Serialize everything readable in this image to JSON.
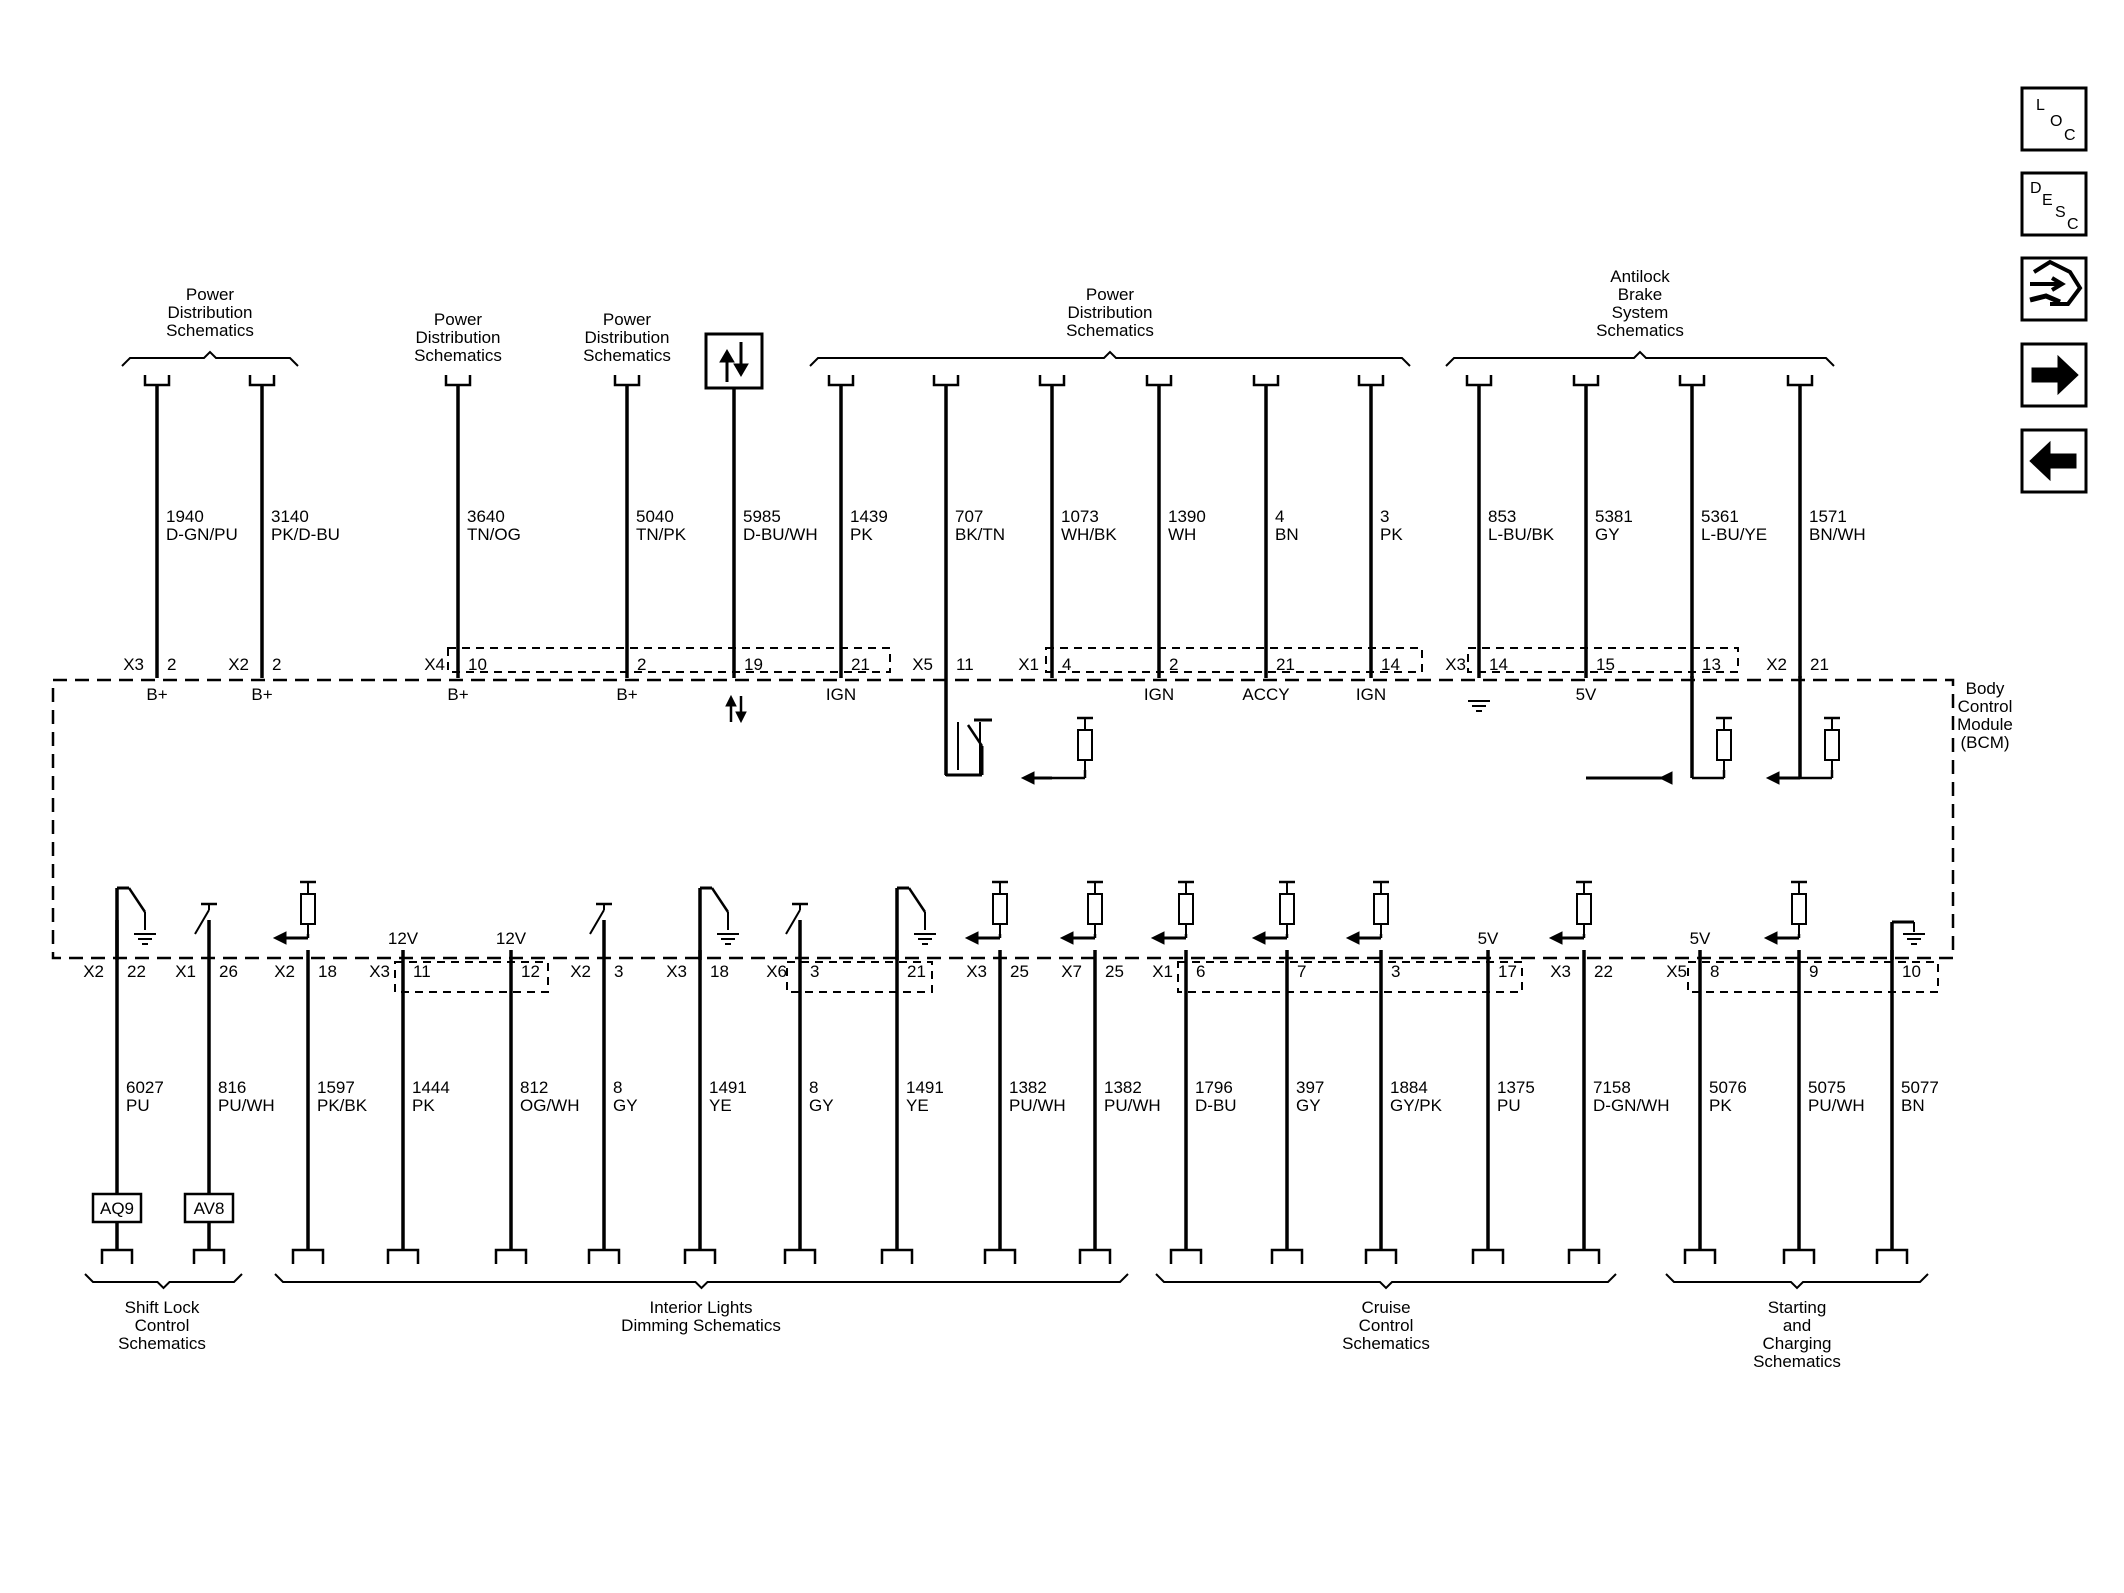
{
  "nav": [
    {
      "name": "loc-button",
      "icon": "loc-icon",
      "letters": [
        "L",
        "O",
        "C"
      ]
    },
    {
      "name": "desc-button",
      "icon": "desc-icon",
      "letters": [
        "D",
        "E",
        "S",
        "C"
      ]
    },
    {
      "name": "connector-views-button",
      "icon": "connector-icon",
      "letters": []
    },
    {
      "name": "next-page-button",
      "icon": "arrow-right-icon",
      "letters": []
    },
    {
      "name": "previous-page-button",
      "icon": "arrow-left-icon",
      "letters": []
    }
  ],
  "module": {
    "lines": [
      "Body",
      "Control",
      "Module",
      "(BCM)"
    ]
  },
  "top_groups": [
    {
      "lines": [
        "Power",
        "Distribution",
        "Schematics"
      ]
    },
    {
      "lines": [
        "Power",
        "Distribution",
        "Schematics"
      ]
    },
    {
      "lines": [
        "Power",
        "Distribution",
        "Schematics"
      ]
    },
    {
      "lines": [
        "Power",
        "Distribution",
        "Schematics"
      ]
    },
    {
      "lines": [
        "Antilock",
        "Brake",
        "System",
        "Schematics"
      ]
    }
  ],
  "top_circuits": [
    {
      "circuit": "1940",
      "color": "D-GN/PU",
      "connector": "X3",
      "pin": "2",
      "label": "B+"
    },
    {
      "circuit": "3140",
      "color": "PK/D-BU",
      "connector": "X2",
      "pin": "2",
      "label": "B+"
    },
    {
      "circuit": "3640",
      "color": "TN/OG",
      "connector": "X4",
      "pin": "10",
      "label": "B+"
    },
    {
      "circuit": "5040",
      "color": "TN/PK",
      "connector": "",
      "pin": "2",
      "label": "B+"
    },
    {
      "circuit": "5985",
      "color": "D-BU/WH",
      "connector": "",
      "pin": "19",
      "label": ""
    },
    {
      "circuit": "1439",
      "color": "PK",
      "connector": "",
      "pin": "21",
      "label": "IGN"
    },
    {
      "circuit": "707",
      "color": "BK/TN",
      "connector": "X5",
      "pin": "11",
      "label": ""
    },
    {
      "circuit": "1073",
      "color": "WH/BK",
      "connector": "X1",
      "pin": "4",
      "label": ""
    },
    {
      "circuit": "1390",
      "color": "WH",
      "connector": "",
      "pin": "2",
      "label": "IGN"
    },
    {
      "circuit": "4",
      "color": "BN",
      "connector": "",
      "pin": "21",
      "label": "ACCY"
    },
    {
      "circuit": "3",
      "color": "PK",
      "connector": "",
      "pin": "14",
      "label": "IGN"
    },
    {
      "circuit": "853",
      "color": "L-BU/BK",
      "connector": "X3",
      "pin": "14",
      "label": ""
    },
    {
      "circuit": "5381",
      "color": "GY",
      "connector": "",
      "pin": "15",
      "label": "5V"
    },
    {
      "circuit": "5361",
      "color": "L-BU/YE",
      "connector": "",
      "pin": "13",
      "label": ""
    },
    {
      "circuit": "1571",
      "color": "BN/WH",
      "connector": "X2",
      "pin": "21",
      "label": ""
    }
  ],
  "bottom_groups": [
    {
      "lines": [
        "Shift Lock",
        "Control",
        "Schematics"
      ]
    },
    {
      "lines": [
        "Interior Lights",
        "Dimming Schematics"
      ]
    },
    {
      "lines": [
        "Cruise",
        "Control",
        "Schematics"
      ]
    },
    {
      "lines": [
        "Starting",
        "and",
        "Charging",
        "Schematics"
      ]
    }
  ],
  "bottom_circuits": [
    {
      "circuit": "6027",
      "color": "PU",
      "connector": "X2",
      "pin": "22",
      "label": "",
      "component": "AQ9"
    },
    {
      "circuit": "816",
      "color": "PU/WH",
      "connector": "X1",
      "pin": "26",
      "label": "",
      "component": "AV8"
    },
    {
      "circuit": "1597",
      "color": "PK/BK",
      "connector": "X2",
      "pin": "18",
      "label": "",
      "component": ""
    },
    {
      "circuit": "1444",
      "color": "PK",
      "connector": "X3",
      "pin": "11",
      "label": "12V",
      "component": ""
    },
    {
      "circuit": "812",
      "color": "OG/WH",
      "connector": "",
      "pin": "12",
      "label": "12V",
      "component": ""
    },
    {
      "circuit": "8",
      "color": "GY",
      "connector": "X2",
      "pin": "3",
      "label": "",
      "component": ""
    },
    {
      "circuit": "1491",
      "color": "YE",
      "connector": "X3",
      "pin": "18",
      "label": "",
      "component": ""
    },
    {
      "circuit": "8",
      "color": "GY",
      "connector": "X6",
      "pin": "3",
      "label": "",
      "component": ""
    },
    {
      "circuit": "1491",
      "color": "YE",
      "connector": "",
      "pin": "21",
      "label": "",
      "component": ""
    },
    {
      "circuit": "1382",
      "color": "PU/WH",
      "connector": "X3",
      "pin": "25",
      "label": "",
      "component": ""
    },
    {
      "circuit": "1382",
      "color": "PU/WH",
      "connector": "X7",
      "pin": "25",
      "label": "",
      "component": ""
    },
    {
      "circuit": "1796",
      "color": "D-BU",
      "connector": "X1",
      "pin": "6",
      "label": "",
      "component": ""
    },
    {
      "circuit": "397",
      "color": "GY",
      "connector": "",
      "pin": "7",
      "label": "",
      "component": ""
    },
    {
      "circuit": "1884",
      "color": "GY/PK",
      "connector": "",
      "pin": "3",
      "label": "",
      "component": ""
    },
    {
      "circuit": "1375",
      "color": "PU",
      "connector": "",
      "pin": "17",
      "label": "5V",
      "component": ""
    },
    {
      "circuit": "7158",
      "color": "D-GN/WH",
      "connector": "X3",
      "pin": "22",
      "label": "",
      "component": ""
    },
    {
      "circuit": "5076",
      "color": "PK",
      "connector": "X5",
      "pin": "8",
      "label": "5V",
      "component": ""
    },
    {
      "circuit": "5075",
      "color": "PU/WH",
      "connector": "",
      "pin": "9",
      "label": "",
      "component": ""
    },
    {
      "circuit": "5077",
      "color": "BN",
      "connector": "",
      "pin": "10",
      "label": "",
      "component": ""
    }
  ]
}
